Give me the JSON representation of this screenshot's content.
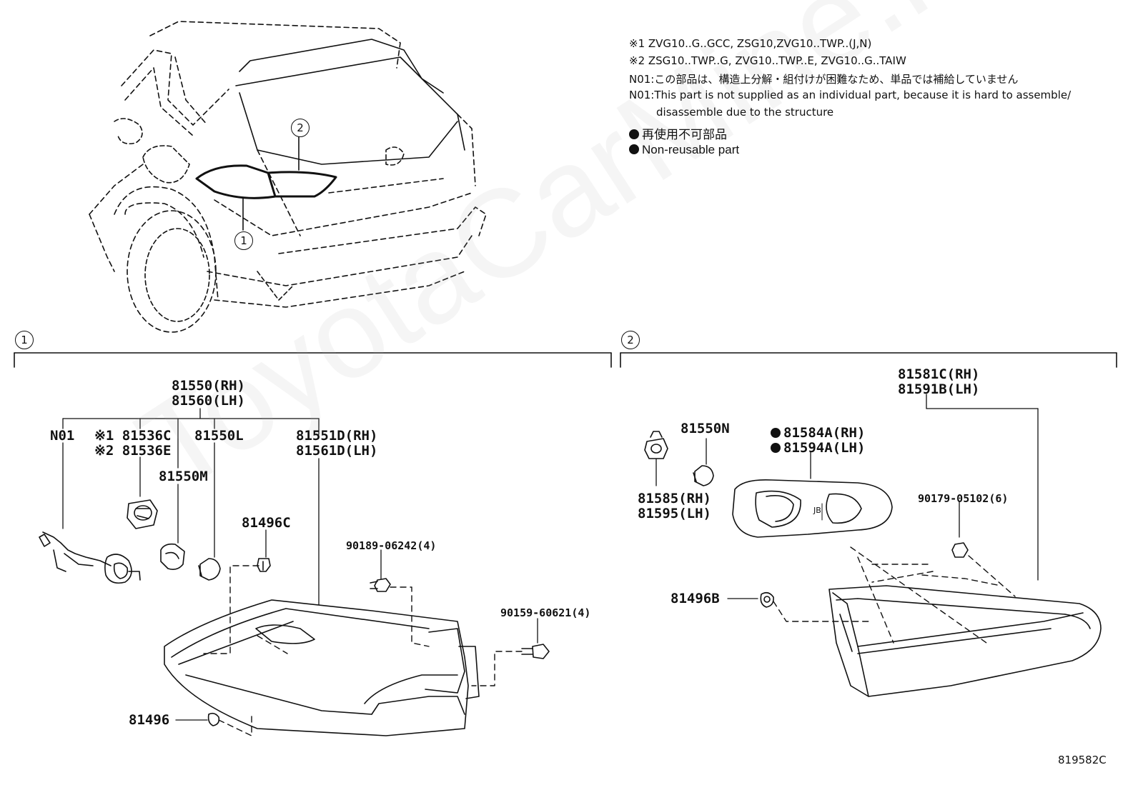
{
  "notes": {
    "line1": "※1 ZVG10..G..GCC, ZSG10,ZVG10..TWP..(J,N)",
    "line2": "※2 ZSG10..TWP..G, ZVG10..TWP..E, ZVG10..G..TAIW",
    "line3": "N01:この部品は、構造上分解・組付けが困難なため、単品では補給していません",
    "line4": "N01:This part is not supplied as an individual part, because it is hard to assemble/",
    "line5": "disassemble due to the structure",
    "legend_jp": "再使用不可部品",
    "legend_en": "Non-reusable part"
  },
  "callouts": {
    "c1": "1",
    "c2": "2"
  },
  "section1": {
    "main_a": "81550(RH)",
    "main_b": "81560(LH)",
    "n01": "N01",
    "p81536c": "※1 81536C",
    "p81536e": "※2 81536E",
    "p81550l": "81550L",
    "p81550m": "81550M",
    "p81551d": "81551D(RH)",
    "p81561d": "81561D(LH)",
    "p81496c": "81496C",
    "p90189": "90189-06242(4)",
    "p90159": "90159-60621(4)",
    "p81496": "81496"
  },
  "section2": {
    "main_a": "81581C(RH)",
    "main_b": "81591B(LH)",
    "p81550n": "81550N",
    "p81584a": "81584A(RH)",
    "p81594a": "81594A(LH)",
    "p81585": "81585(RH)",
    "p81595": "81595(LH)",
    "p90179": "90179-05102(6)",
    "p81496b": "81496B"
  },
  "watermark": "ToyotaCarMine.ru",
  "figure_code": "819582C"
}
